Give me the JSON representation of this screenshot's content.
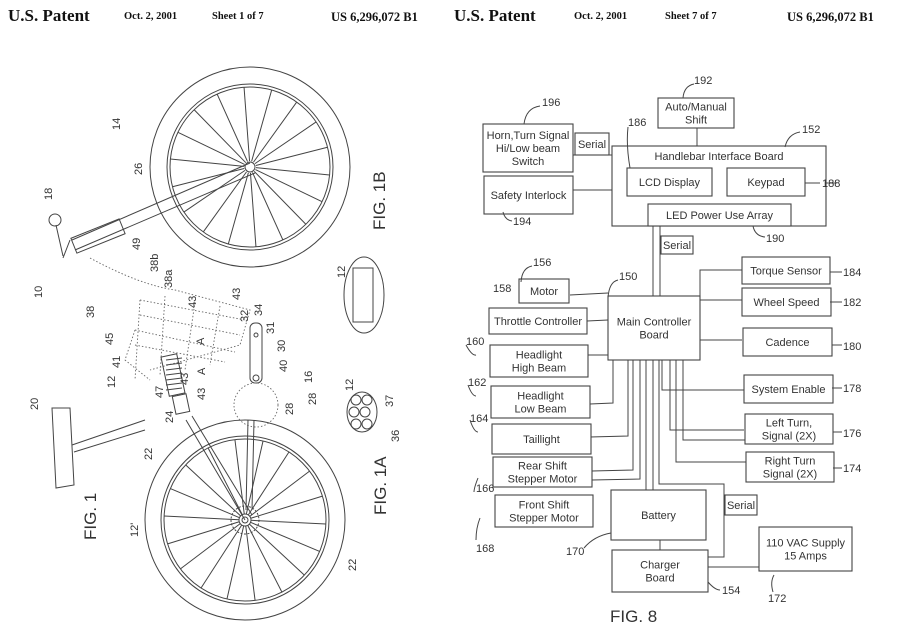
{
  "sheets": [
    {
      "header": {
        "title": "U.S. Patent",
        "date": "Oct. 2, 2001",
        "sheet": "Sheet 1 of 7",
        "number": "US 6,296,072 B1"
      },
      "figure_labels": [
        "FIG. 1",
        "FIG. 1A",
        "FIG. 1B"
      ],
      "reference_numerals": [
        "10",
        "12",
        "12'",
        "14",
        "16",
        "18",
        "20",
        "22",
        "24",
        "26",
        "28",
        "30",
        "31",
        "32",
        "34",
        "36",
        "37",
        "38",
        "38a",
        "38b",
        "40",
        "41",
        "43",
        "45",
        "47",
        "49",
        "A"
      ]
    },
    {
      "header": {
        "title": "U.S. Patent",
        "date": "Oct. 2, 2001",
        "sheet": "Sheet 7 of 7",
        "number": "US 6,296,072 B1"
      },
      "figure_label": "FIG. 8",
      "blocks": {
        "horn": {
          "lines": [
            "Horn,Turn Signal",
            "Hi/Low beam",
            "Switch"
          ],
          "ref": "196"
        },
        "serial_top": {
          "lines": [
            "Serial"
          ]
        },
        "auto_manual": {
          "lines": [
            "Auto/Manual",
            "Shift"
          ],
          "ref": "192"
        },
        "handlebar": {
          "lines": [
            "Handlebar Interface Board"
          ],
          "ref": "152"
        },
        "lcd": {
          "lines": [
            "LCD Display"
          ],
          "ref": "186"
        },
        "keypad": {
          "lines": [
            "Keypad"
          ],
          "ref": "188"
        },
        "led": {
          "lines": [
            "LED Power Use Array"
          ],
          "ref": "190"
        },
        "safety": {
          "lines": [
            "Safety Interlock"
          ],
          "ref": "194"
        },
        "serial_mid": {
          "lines": [
            "Serial"
          ]
        },
        "motor": {
          "lines": [
            "Motor"
          ],
          "ref": "156",
          "ref2": "158"
        },
        "main": {
          "lines": [
            "Main Controller",
            "Board"
          ],
          "ref": "150"
        },
        "throttle": {
          "lines": [
            "Throttle Controller"
          ]
        },
        "headlight_high": {
          "lines": [
            "Headlight",
            "High Beam"
          ],
          "ref": "160"
        },
        "headlight_low": {
          "lines": [
            "Headlight",
            "Low Beam"
          ],
          "ref": "162"
        },
        "taillight": {
          "lines": [
            "Taillight"
          ],
          "ref": "164"
        },
        "rear_shift": {
          "lines": [
            "Rear Shift",
            "Stepper Motor"
          ],
          "ref": "166"
        },
        "front_shift": {
          "lines": [
            "Front Shift",
            "Stepper Motor"
          ],
          "ref": "168"
        },
        "torque": {
          "lines": [
            "Torque Sensor"
          ],
          "ref": "184"
        },
        "wheel_speed": {
          "lines": [
            "Wheel Speed"
          ],
          "ref": "182"
        },
        "cadence": {
          "lines": [
            "Cadence"
          ],
          "ref": "180"
        },
        "system_enable": {
          "lines": [
            "System Enable"
          ],
          "ref": "178"
        },
        "left_turn": {
          "lines": [
            "Left Turn,",
            "Signal (2X)"
          ],
          "ref": "176"
        },
        "right_turn": {
          "lines": [
            "Right Turn",
            "Signal (2X)"
          ],
          "ref": "174"
        },
        "battery": {
          "lines": [
            "Battery"
          ],
          "ref": "170"
        },
        "serial_bottom": {
          "lines": [
            "Serial"
          ]
        },
        "charger": {
          "lines": [
            "Charger",
            "Board"
          ],
          "ref": "154"
        },
        "vac_supply": {
          "lines": [
            "110 VAC Supply",
            "15 Amps"
          ],
          "ref": "172"
        }
      }
    }
  ]
}
